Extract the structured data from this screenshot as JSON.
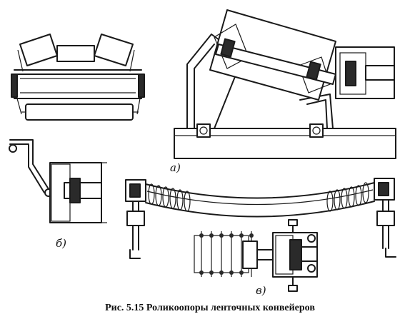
{
  "labels": {
    "a": "а)",
    "b": "б)",
    "v": "в)"
  },
  "caption": "Рис. 5.15 Роликоопоры ленточных конвейеров"
}
